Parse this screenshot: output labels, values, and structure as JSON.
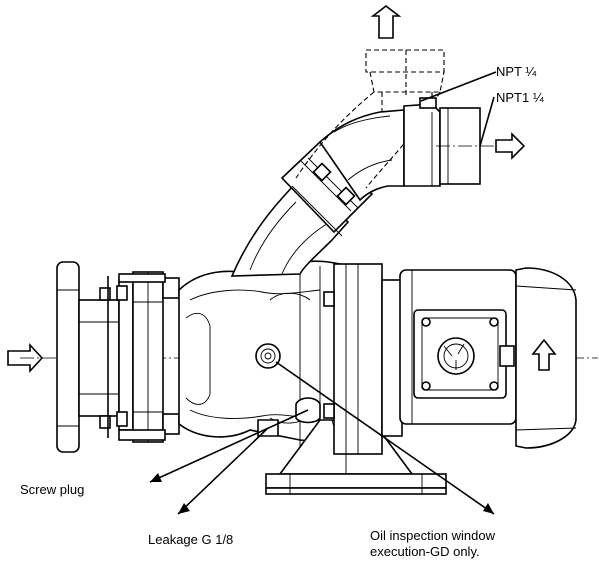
{
  "labels": {
    "npt_small": "NPT ¼",
    "npt_large": "NPT1 ¼",
    "screw_plug": "Screw plug",
    "leakage": "Leakage G 1/8",
    "oil_window_line1": "Oil inspection window",
    "oil_window_line2": "execution-GD only."
  },
  "icons": {
    "flow_arrows": "hollow-arrow-icon",
    "rotation_arrow": "hollow-arrow-icon"
  }
}
